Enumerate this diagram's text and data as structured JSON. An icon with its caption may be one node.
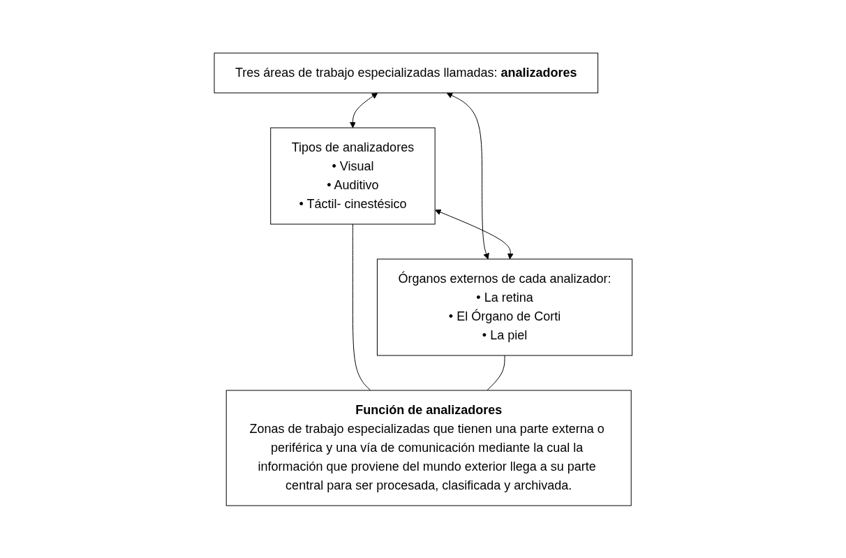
{
  "diagram": {
    "nodes": [
      {
        "text": [
          "Tres áreas de trabajo especializadas llamadas: **analizadores**"
        ]
      },
      {
        "text": [
          "Tipos de analizadores",
          "• Visual",
          "• Auditivo",
          "• Táctil- cinestésico"
        ]
      },
      {
        "text": [
          "Órganos externos de cada analizador:",
          "• La retina",
          "• El Órgano de Corti",
          "• La piel"
        ]
      },
      {
        "text": [
          "Función de analizadores",
          "Zonas de trabajo especializadas que tienen una parte externa o periférica y una vía de comunicación mediante la cual la información que proviene del mundo exterior llega a su parte central para ser procesada, clasificada y archivada."
        ]
      }
    ],
    "edges": [
      {
        "from": 0,
        "to": 1,
        "arrow": "both"
      },
      {
        "from": 0,
        "to": 2,
        "arrow": "both"
      },
      {
        "from": 1,
        "to": 2,
        "arrow": "both"
      },
      {
        "from": 1,
        "to": 3,
        "arrow": "none"
      },
      {
        "from": 2,
        "to": 3,
        "arrow": "none"
      }
    ]
  }
}
